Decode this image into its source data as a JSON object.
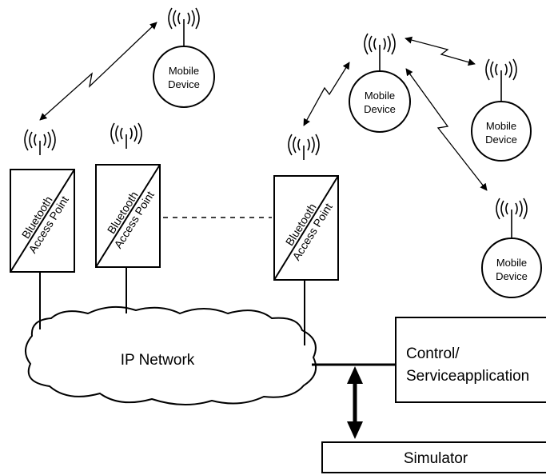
{
  "network": {
    "label": "IP Network"
  },
  "access_point": {
    "line1": "Bluetooth",
    "line2": "Access Point"
  },
  "mobile_device": {
    "line1": "Mobile",
    "line2": "Device"
  },
  "control": {
    "line1": "Control/",
    "line2": "Serviceapplication"
  },
  "simulator": {
    "label": "Simulator"
  },
  "colors": {
    "ink": "#000000",
    "background": "#ffffff"
  }
}
